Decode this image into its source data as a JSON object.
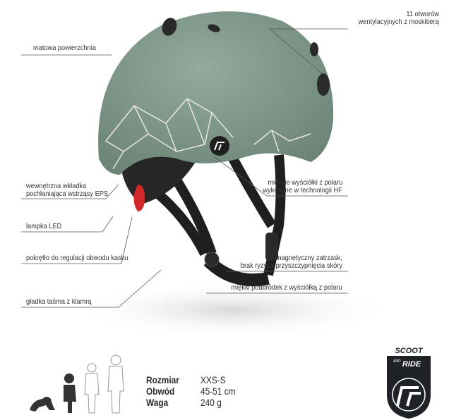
{
  "callouts": {
    "matte_surface": "matowa powierzchnia",
    "vents_line1": "11 otworów",
    "vents_line2": "wentylacyjnych z moskitierą",
    "eps_line1": "wewnętrzna wkładka",
    "eps_line2": "pochłaniająca wstrząsy EPS",
    "led": "lampka LED",
    "dial": "pokrętło do regulacji obwodu kasku",
    "strap": "gładka taśma z klamrą",
    "padding_line1": "miękkie wyściółki z polaru",
    "padding_line2": "wykonane w technologii HF",
    "magnet_line1": "magnetyczny zatrzask,",
    "magnet_line2": "brak  ryzyka przyszczypnięcia skóry",
    "chin": "miękki podbródek z wyściółką z polaru"
  },
  "specs": {
    "size_label": "Rozmiar",
    "size_value": "XXS-S",
    "circumference_label": "Obwód",
    "circumference_value": "45-51 cm",
    "weight_label": "Waga",
    "weight_value": "240 g"
  },
  "logo": {
    "text_line1": "SCOOT",
    "text_line2_small": "AND",
    "text_line2": "RIDE"
  },
  "colors": {
    "helmet": "#7f9a8a",
    "strap": "#1e1e1e",
    "led": "#d22a2a",
    "logo": "#1f2327"
  }
}
